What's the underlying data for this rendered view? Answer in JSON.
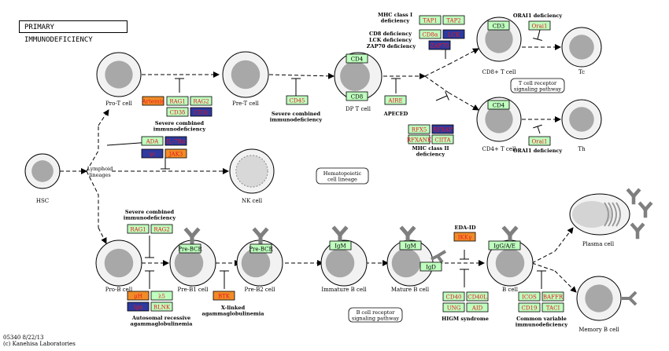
{
  "title": "PRIMARY IMMUNODEFICIENCY",
  "footer": {
    "map_id": "05340 8/22/13",
    "copyright": "(c) Kanehisa Laboratories"
  },
  "colors": {
    "gene_green": "#bfffbf",
    "gene_border": "#000000",
    "orange": "#f08c28",
    "blue": "#2e3a9e",
    "gene_text_red": "#e8141e",
    "cell_outer": "#f2f2f2",
    "cell_nucleus": "#a8a8a8",
    "receptor_gray": "#7f7f7f"
  },
  "cells": {
    "hsc": "HSC",
    "pro_t": "Pro-T cell",
    "pre_t": "Pre-T cell",
    "dp_t": "DP T cell",
    "cd8_t": "CD8+ T cell",
    "cd4_t": "CD4+ T cell",
    "tc": "Tc",
    "th": "Th",
    "nk": "NK cell",
    "pro_b": "Pro-B cell",
    "pre_b1": "Pre-B1 cell",
    "pre_b2": "Pre-B2 cell",
    "immature_b": "Immature B cell",
    "mature_b": "Mature B cell",
    "b_cell": "B cell",
    "plasma": "Plasma cell",
    "memory_b": "Memory B cell",
    "lymphoid": "Lymphoid lineages"
  },
  "genes": {
    "artemis": "Artemis",
    "rag1_t": "RAG1",
    "rag2_t": "RAG2",
    "cd3d": "CD3δ",
    "cd3e": "CD3ε",
    "ada": "ADA",
    "il7r": "IL-7Rα",
    "gc": "γc",
    "jak3": "JAK3",
    "cd45": "CD45",
    "cd4_dp": "CD4",
    "cd8_dp": "CD8",
    "aire": "AIRE",
    "tap1": "TAP1",
    "tap2": "TAP2",
    "cd8a": "CD8α",
    "lck": "LCK",
    "zap70": "ZAP70",
    "cd3_cd8": "CD3",
    "orai1_top": "Orai1",
    "cd4_cd4": "CD4",
    "orai1_bot": "Orai1",
    "rfx5": "RFX5",
    "rfxap": "RFXAP",
    "rfxank": "RFXANK",
    "ciita": "CIITA",
    "rag1_b": "RAG1",
    "rag2_b": "RAG2",
    "prebcr1": "Pre-BCR",
    "prebcr2": "Pre-BCR",
    "mu_h": "μH",
    "lambda5": "λ5",
    "igalpha": "Igα",
    "blnk": "BLNK",
    "btk": "BTK",
    "igm_imm": "IgM",
    "igm_mat": "IgM",
    "igd": "IgD",
    "ikkg": "IKKγ",
    "cd40": "CD40",
    "cd40l": "CD40L",
    "ung": "UNG",
    "aid": "AID",
    "ig_gae": "IgG/A/E",
    "icos": "ICOS",
    "baffr": "BAFFR",
    "cd19": "CD19",
    "taci": "TACI"
  },
  "diseases": {
    "scid_top": [
      "Severe combined",
      "immunodeficiency"
    ],
    "scid_mid": [
      "Severe combined",
      "immunodeficiency"
    ],
    "mhc1": [
      "MHC class I",
      "deficiency"
    ],
    "cd8def": "CD8 deficiency",
    "lckdef": "LCK deficiency",
    "zap70def": "ZAP70 deficiency",
    "orai_top": [
      "ORAI1 deficiency"
    ],
    "orai_bot": [
      "ORAI1 deficiency"
    ],
    "apeced": "APECED",
    "mhc2": [
      "MHC class II",
      "deficiency"
    ],
    "scid_b": [
      "Severe combined",
      "immunodeficiency"
    ],
    "ar_agamma": [
      "Autosomal recessive",
      "agammaglobulinemia"
    ],
    "xl_agamma": [
      "X-linked",
      "agammaglobulinemia"
    ],
    "eda_id": "EDA-ID",
    "higm": "HIGM syndrome",
    "cvid": [
      "Common variable",
      "immunodeficiency"
    ]
  },
  "pathways": {
    "tcr": [
      "T cell receptor",
      "signaling pathway"
    ],
    "hematopoietic": [
      "Hematopoietic",
      "cell lineage"
    ],
    "bcr": [
      "B cell receptor",
      "signaling pathway"
    ]
  }
}
